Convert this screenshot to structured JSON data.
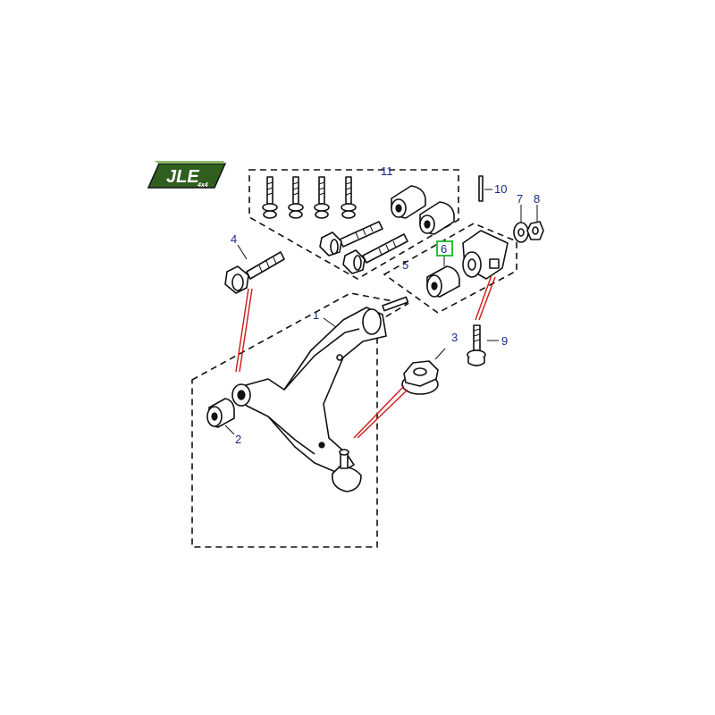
{
  "logo": {
    "text": "JLE",
    "sub": "4x4",
    "color": "#2f5e1f"
  },
  "callouts": {
    "c1": "1",
    "c2": "2",
    "c3": "3",
    "c4": "4",
    "c5": "5",
    "c6": "6",
    "c7": "7",
    "c8": "8",
    "c9": "9",
    "c10": "10",
    "c11": "11"
  },
  "colors": {
    "callout_text": "#1a2a8a",
    "highlight": "#2fbf3a",
    "arrow": "#d01818"
  }
}
